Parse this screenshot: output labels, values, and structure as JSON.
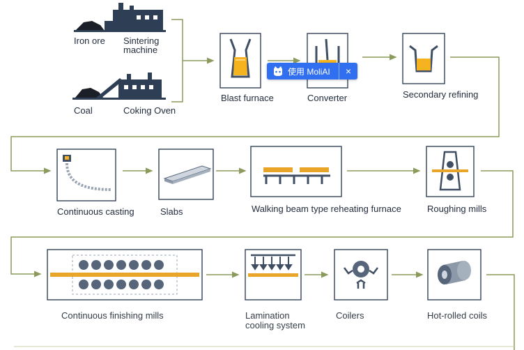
{
  "labels": {
    "iron_ore": "Iron ore",
    "sintering_line1": "Sintering",
    "sintering_line2": "machine",
    "coal": "Coal",
    "coking_oven": "Coking Oven",
    "blast_furnace": "Blast furnace",
    "converter": "Converter",
    "secondary_refining": "Secondary refining",
    "continuous_casting": "Continuous casting",
    "slabs": "Slabs",
    "walking_beam": "Walking beam type reheating furnace",
    "roughing_mills": "Roughing mills",
    "continuous_finishing": "Continuous finishing mills",
    "lamination_line1": "Lamination",
    "lamination_line2": "cooling system",
    "coilers": "Coilers",
    "hot_rolled_coils": "Hot-rolled coils"
  },
  "overlay": {
    "label": "使用 MoliAI",
    "close": "×",
    "icon": "cat-icon"
  },
  "colors": {
    "arrow": "#8c9a5b",
    "outline": "#3f4e63",
    "steel": "#e8a52a",
    "molten": "#f5b41f",
    "roller": "#56657a",
    "badge": "#2f6ff0"
  }
}
